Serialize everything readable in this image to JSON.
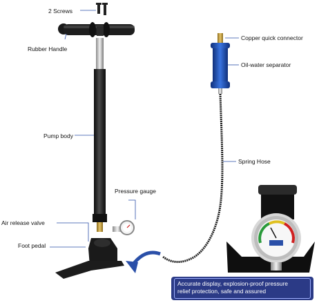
{
  "labels": {
    "screws": "2 Screws",
    "handle": "Rubber Handle",
    "pump_body": "Pump body",
    "pressure_gauge": "Pressure gauge",
    "air_release": "Air release valve",
    "foot_pedal": "Foot pedal",
    "copper_connector": "Copper quick connector",
    "separator": "Oil-water separator",
    "spring_hose": "Spring Hose"
  },
  "caption": {
    "line1": "Accurate display, explosion-proof pressure",
    "line2": "relief protection, safe and assured"
  },
  "colors": {
    "pump_black": "#1a1a1a",
    "leader_blue": "#2a4fa8",
    "separator_blue": "#1e4fb0",
    "caption_bg": "#2b3a86"
  }
}
